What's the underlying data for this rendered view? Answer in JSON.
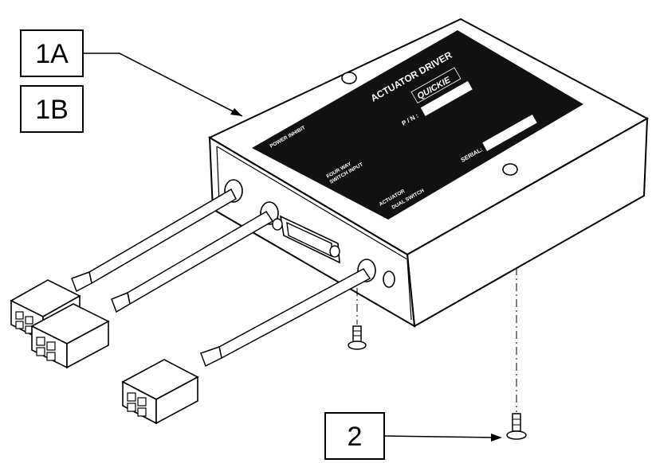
{
  "callouts": {
    "a": "1A",
    "b": "1B",
    "c": "2"
  },
  "unit_label": {
    "title": "ACTUATOR DRIVER",
    "brand": "QUICKIE",
    "part_number": "P / N :",
    "serial": "SERIAL:",
    "power_inhibit": "POWER INHIBIT",
    "four_way_line1": "FOUR WAY",
    "four_way_line2": "SWITCH INPUT",
    "actuator": "ACTUATOR",
    "dual_switch": "DUAL SWITCH"
  },
  "colors": {
    "line": "#000000",
    "label_bg": "#111111",
    "label_text": "#ffffff",
    "background": "#ffffff"
  }
}
